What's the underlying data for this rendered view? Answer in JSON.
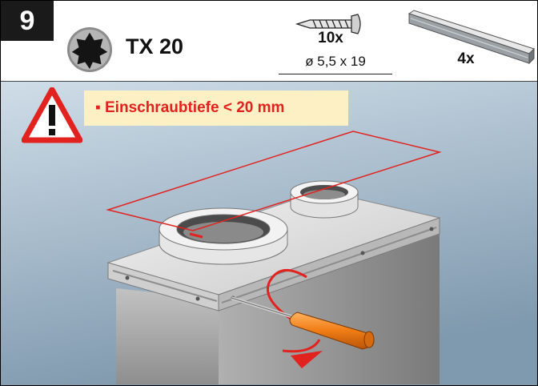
{
  "step": {
    "number": "9"
  },
  "tool": {
    "icon": "torx-bit-icon",
    "label": "TX 20"
  },
  "parts": {
    "screws": {
      "icon": "screw-icon",
      "quantity": "10x",
      "dimensions": "ø 5,5 x 19"
    },
    "rails": {
      "icon": "mounting-rail-icon",
      "quantity": "4x"
    }
  },
  "warning": {
    "icon": "warning-triangle-icon",
    "text": "▪ Einschraubtiefe < 20 mm"
  },
  "colors": {
    "accent_red": "#e2221f",
    "warning_bg": "#fdf0c4",
    "scene_bg_top": "#c9d9e6",
    "scene_bg_bottom": "#7e98ad",
    "screwdriver_orange": "#f07c14"
  }
}
